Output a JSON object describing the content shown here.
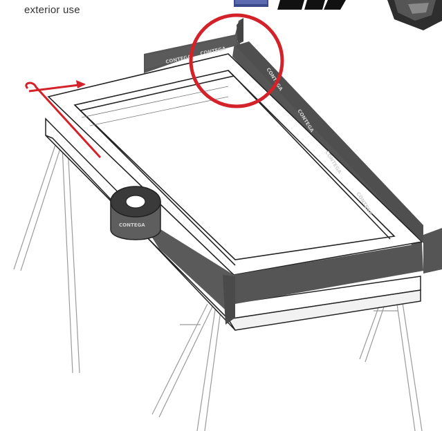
{
  "caption": "exterior use",
  "tape_brand": "CONTEGA",
  "colors": {
    "tape": "#5a5a5a",
    "tape_dark": "#3d3d3d",
    "highlight": "#d4222a",
    "line": "#222222",
    "legs": "#9a9a9a"
  },
  "icons": {
    "pull_arrow": "red-pull-arrow-icon",
    "highlight_circle": "red-highlight-circle"
  }
}
